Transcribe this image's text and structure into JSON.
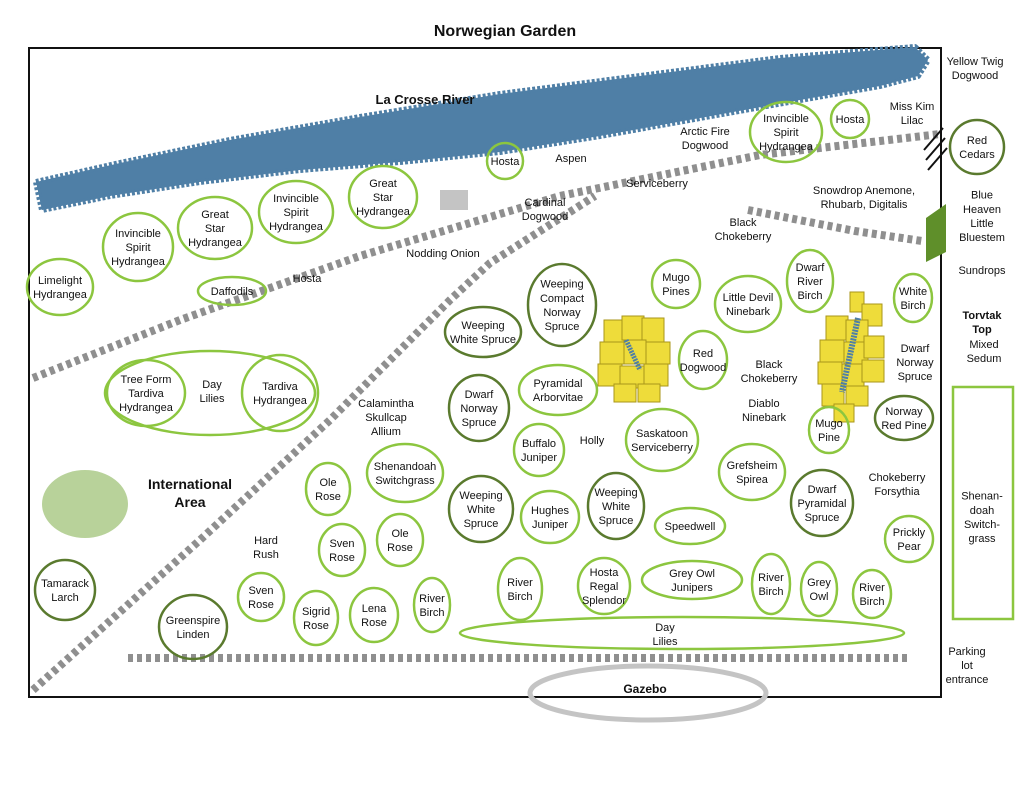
{
  "title": "Norwegian Garden",
  "river_label": "La Crosse River",
  "international_area": "International\nArea",
  "gazebo": "Gazebo",
  "colors": {
    "circle_light": "#8cc63f",
    "circle_dark": "#5a7a2e",
    "river": "#4f7fa6",
    "path": "#8f8f8f",
    "pond": "#b8d29a",
    "yellow_shrub": "#eedc3a",
    "gray_block": "#c4c4c4",
    "gate": "#5f8f2a"
  },
  "plants": [
    {
      "id": "limelight-hydrangea",
      "label": "Limelight\nHydrangea",
      "ring": "light"
    },
    {
      "id": "invincible-spirit-hydrangea-1",
      "label": "Invincible\nSpirit\nHydrangea",
      "ring": "light"
    },
    {
      "id": "great-star-hydrangea-1",
      "label": "Great\nStar\nHydrangea",
      "ring": "light"
    },
    {
      "id": "invincible-spirit-hydrangea-2",
      "label": "Invincible\nSpirit\nHydrangea",
      "ring": "light"
    },
    {
      "id": "great-star-hydrangea-2",
      "label": "Great\nStar\nHydrangea",
      "ring": "light"
    },
    {
      "id": "hosta-1",
      "label": "Hosta",
      "ring": "light"
    },
    {
      "id": "invincible-spirit-hydrangea-3",
      "label": "Invincible\nSpirit\nHydrangea",
      "ring": "light"
    },
    {
      "id": "hosta-2",
      "label": "Hosta",
      "ring": "light"
    },
    {
      "id": "red-cedars",
      "label": "Red\nCedars",
      "ring": "dark"
    },
    {
      "id": "daffodils",
      "label": "Daffodils",
      "ring": "light"
    },
    {
      "id": "tree-form-tardiva-hydrangea",
      "label": "Tree Form\nTardiva\nHydrangea",
      "ring": "light"
    },
    {
      "id": "tardiva-hydrangea",
      "label": "Tardiva\nHydrangea",
      "ring": "light"
    },
    {
      "id": "weeping-white-spruce-1",
      "label": "Weeping\nWhite Spruce",
      "ring": "dark"
    },
    {
      "id": "weeping-compact-norway-spruce",
      "label": "Weeping\nCompact\nNorway\nSpruce",
      "ring": "dark"
    },
    {
      "id": "mugo-pines",
      "label": "Mugo\nPines",
      "ring": "light"
    },
    {
      "id": "little-devil-ninebark",
      "label": "Little Devil\nNinebark",
      "ring": "light"
    },
    {
      "id": "dwarf-river-birch",
      "label": "Dwarf\nRiver\nBirch",
      "ring": "light"
    },
    {
      "id": "white-birch",
      "label": "White\nBirch",
      "ring": "light"
    },
    {
      "id": "red-dogwood",
      "label": "Red\nDogwood",
      "ring": "light"
    },
    {
      "id": "dwarf-norway-spruce-1",
      "label": "Dwarf\nNorway\nSpruce",
      "ring": "dark"
    },
    {
      "id": "pyramidal-arborvitae",
      "label": "Pyramidal\nArborvitae",
      "ring": "light"
    },
    {
      "id": "buffalo-juniper",
      "label": "Buffalo\nJuniper",
      "ring": "light"
    },
    {
      "id": "saskatoon-serviceberry",
      "label": "Saskatoon\nServiceberry",
      "ring": "light"
    },
    {
      "id": "mugo-pine",
      "label": "Mugo\nPine",
      "ring": "light"
    },
    {
      "id": "norway-red-pine",
      "label": "Norway\nRed Pine",
      "ring": "dark"
    },
    {
      "id": "ole-rose-1",
      "label": "Ole\nRose",
      "ring": "light"
    },
    {
      "id": "shenandoah-switchgrass",
      "label": "Shenandoah\nSwitchgrass",
      "ring": "light"
    },
    {
      "id": "weeping-white-spruce-2",
      "label": "Weeping\nWhite\nSpruce",
      "ring": "dark"
    },
    {
      "id": "hughes-juniper",
      "label": "Hughes\nJuniper",
      "ring": "light"
    },
    {
      "id": "weeping-white-spruce-3",
      "label": "Weeping\nWhite\nSpruce",
      "ring": "dark"
    },
    {
      "id": "grefsheim-spirea",
      "label": "Grefsheim\nSpirea",
      "ring": "light"
    },
    {
      "id": "dwarf-pyramidal-spruce",
      "label": "Dwarf\nPyramidal\nSpruce",
      "ring": "dark"
    },
    {
      "id": "speedwell",
      "label": "Speedwell",
      "ring": "light"
    },
    {
      "id": "prickly-pear",
      "label": "Prickly\nPear",
      "ring": "light"
    },
    {
      "id": "sven-rose-1",
      "label": "Sven\nRose",
      "ring": "light"
    },
    {
      "id": "ole-rose-2",
      "label": "Ole\nRose",
      "ring": "light"
    },
    {
      "id": "tamarack-larch",
      "label": "Tamarack\nLarch",
      "ring": "dark"
    },
    {
      "id": "sven-rose-2",
      "label": "Sven\nRose",
      "ring": "light"
    },
    {
      "id": "greenspire-linden",
      "label": "Greenspire\nLinden",
      "ring": "dark"
    },
    {
      "id": "sigrid-rose",
      "label": "Sigrid\nRose",
      "ring": "light"
    },
    {
      "id": "lena-rose",
      "label": "Lena\nRose",
      "ring": "light"
    },
    {
      "id": "river-birch-1",
      "label": "River\nBirch",
      "ring": "light"
    },
    {
      "id": "river-birch-2",
      "label": "River\nBirch",
      "ring": "light"
    },
    {
      "id": "hosta-regal-splendor",
      "label": "Hosta\nRegal\nSplendor",
      "ring": "light"
    },
    {
      "id": "grey-owl-junipers",
      "label": "Grey Owl\nJunipers",
      "ring": "light"
    },
    {
      "id": "river-birch-3",
      "label": "River\nBirch",
      "ring": "light"
    },
    {
      "id": "grey-owl",
      "label": "Grey\nOwl",
      "ring": "light"
    },
    {
      "id": "river-birch-4",
      "label": "River\nBirch",
      "ring": "light"
    }
  ],
  "beds": [
    {
      "id": "day-lilies-bed",
      "label": "Day\nLilies"
    },
    {
      "id": "day-lilies-long-bed",
      "label": "Day\nLilies"
    }
  ],
  "free_labels": [
    {
      "id": "aspen",
      "label": "Aspen"
    },
    {
      "id": "arctic-fire-dogwood",
      "label": "Arctic Fire\nDogwood"
    },
    {
      "id": "miss-kim-lilac",
      "label": "Miss Kim\nLilac"
    },
    {
      "id": "serviceberry",
      "label": "Serviceberry"
    },
    {
      "id": "cardinal-dogwood",
      "label": "Cardinal\nDogwood"
    },
    {
      "id": "snowdrop-anemone",
      "label": "Snowdrop Anemone,\nRhubarb, Digitalis"
    },
    {
      "id": "black-chokeberry-1",
      "label": "Black\nChokeberry"
    },
    {
      "id": "nodding-onion",
      "label": "Nodding Onion"
    },
    {
      "id": "hosta-3",
      "label": "Hosta"
    },
    {
      "id": "black-chokeberry-2",
      "label": "Black\nChokeberry"
    },
    {
      "id": "diablo-ninebark",
      "label": "Diablo\nNinebark"
    },
    {
      "id": "calamintha",
      "label": "Calamintha\nSkullcap\nAllium"
    },
    {
      "id": "holly",
      "label": "Holly"
    },
    {
      "id": "chokeberry-forsythia",
      "label": "Chokeberry\nForsythia"
    },
    {
      "id": "hard-rush",
      "label": "Hard\nRush"
    },
    {
      "id": "dwarf-norway-spruce-2",
      "label": "Dwarf\nNorway\nSpruce"
    }
  ],
  "right_margin": [
    {
      "id": "yellow-twig-dogwood",
      "label": "Yellow Twig\nDogwood",
      "bold": false
    },
    {
      "id": "blue-heaven-bluestem",
      "label": "Blue\nHeaven\nLittle\nBluestem",
      "bold": false
    },
    {
      "id": "sundrops",
      "label": "Sundrops",
      "bold": false
    },
    {
      "id": "torvtak-top",
      "label": "Torvtak\nTop",
      "bold": true
    },
    {
      "id": "mixed-sedum",
      "label": "Mixed\nSedum",
      "bold": false
    },
    {
      "id": "shenandoah-switchgrass-bed",
      "label": "Shenan-\ndoah\nSwitch-\ngrass",
      "bold": false
    },
    {
      "id": "parking-lot-entrance",
      "label": "Parking\nlot\nentrance",
      "bold": false
    }
  ]
}
